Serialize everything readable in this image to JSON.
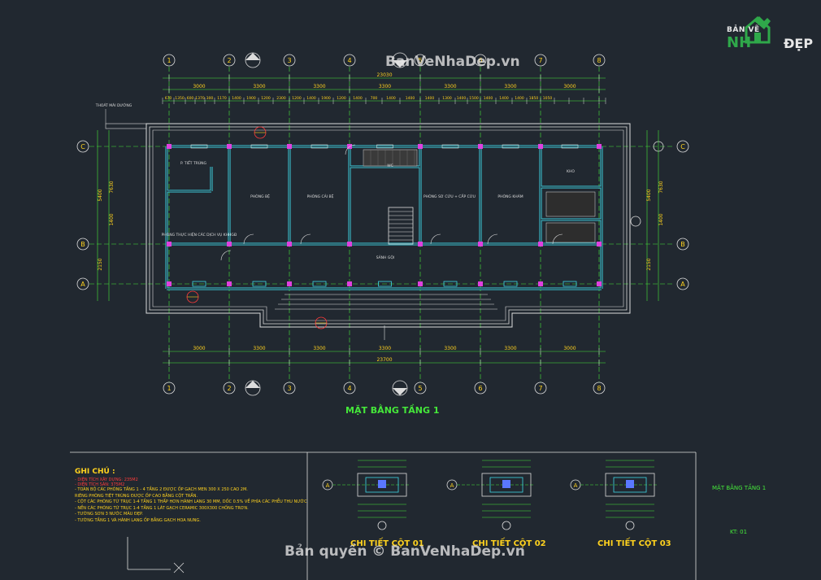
{
  "logo": {
    "ban_ve": "BẢN VẼ",
    "nha": "NH",
    "dep": "ĐẸP"
  },
  "watermark_top": "BanVeNhaDep.vn",
  "watermark_bottom": "Bản quyền © BanVeNhaDep.vn",
  "plan_title": "MẶT BẰNG TẦNG 1",
  "grid_numbers": [
    "1",
    "2",
    "3",
    "4",
    "5",
    "6",
    "7",
    "8"
  ],
  "grid_letters": [
    "C",
    "B",
    "A"
  ],
  "dims_top_overall": "23030",
  "dims_top_bays": [
    "3000",
    "3300",
    "3300",
    "3300",
    "3300",
    "3300",
    "3000"
  ],
  "dims_bottom_overall": "23700",
  "dims_bottom_bays": [
    "3000",
    "3300",
    "3300",
    "3300",
    "3300",
    "3300",
    "3000"
  ],
  "dims_left": [
    "5400",
    "1400",
    "2150",
    "7630"
  ],
  "dims_right": [
    "5400",
    "1400",
    "2150",
    "7630"
  ],
  "label_top_left": "THOÁT MÁI DƯỚNG",
  "rooms": [
    "P. TIẾT TRÙNG",
    "PHÒNG BỆ",
    "PHÒNG CẢI BỆ",
    "PHÒNG SƠ CỨU + CẤP CỨU",
    "PHÒNG KHÁM",
    "KHO",
    "PHÒNG THỰC HIỆN CÁC DỊCH VỤ KHHGĐ",
    "SẢNH GỘI",
    "WC"
  ],
  "notes": {
    "heading": "GHI CHÚ :",
    "red": [
      "- DIỆN TÍCH XÂY DỰNG: 235M2",
      "- DIỆN TÍCH SÀN: 375M2"
    ],
    "lines": [
      "- TOÀN BỘ CÁC PHÒNG TẦNG 1 - 4 TẦNG 2  ĐƯỢC ỐP GẠCH MEN 300 X 250 CAO 2M.",
      "RIÊNG PHÒNG TIỆT TRÙNG  ĐƯỢC ỐP CAO BẰNG CỘT TRẦN.",
      "- CỘT CÁC PHÒNG TỪ TRỤC  1-4 TẦNG  1 THẤP HƠN HÀNH LANG 30 MM, DỐC 0.5%  VỀ PHÍA CÁC PHỄU THU NƯỚC",
      "- NỀN CÁC PHÒNG TỪ TRỤC  1-4 TẦNG  1 LÁT GẠCH CERAMIC 300X300 CHỐNG TRƠN.",
      "- TƯỜNG SƠN 3 NƯỚC MÀU ĐẸP.",
      "- TƯỜNG TẦNG 1 VÀ HÀNH LANG ỐP BẰNG GẠCH HOA NUNG."
    ]
  },
  "details": [
    {
      "title": "CHI TIẾT CỘT 01",
      "axis": "A"
    },
    {
      "title": "CHI TIẾT CỘT 02",
      "axis": "A"
    },
    {
      "title": "CHI TIẾT CỘT 03",
      "axis": "A"
    }
  ],
  "sheet": {
    "title": "MẶT BẰNG  TẦNG 1",
    "code": "KT: 01"
  }
}
